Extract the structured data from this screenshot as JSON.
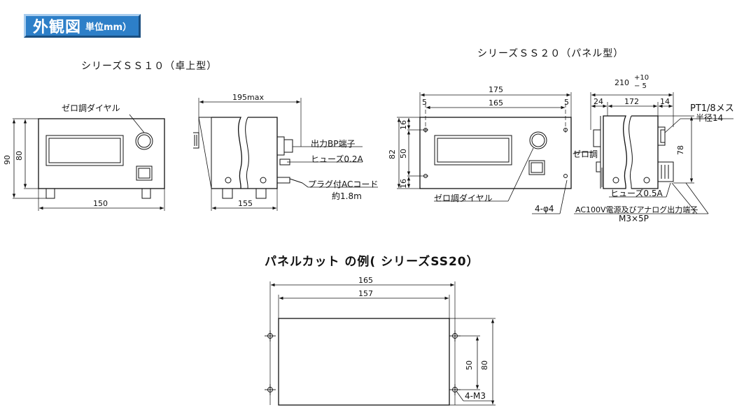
{
  "header": {
    "title": "外観図",
    "unit": "単位mm）"
  },
  "ss10": {
    "title": "シリーズＳＳ１０（卓上型）",
    "callout_zero_dial": "ゼロ調ダイヤル",
    "dim_width": "150",
    "dim_height_outer": "90",
    "dim_height_inner": "80",
    "dim_depth_max": "195max",
    "dim_depth": "155",
    "callout_bp": "出力BP端子",
    "callout_fuse": "ヒューズ0.2A",
    "callout_plug": "プラグ付ACコード",
    "callout_plug_len": "約1.8m"
  },
  "ss20": {
    "title": "シリーズＳＳ２０（パネル型）",
    "dim_175": "175",
    "dim_165": "165",
    "dim_5a": "5",
    "dim_5b": "5",
    "dim_82": "82",
    "dim_16a": "16",
    "dim_50": "50",
    "dim_16b": "16",
    "callout_zero_dial": "ゼロ調ダイヤル",
    "callout_holes": "4-φ4",
    "dim_210": "210",
    "tol_plus": "+10",
    "tol_minus": "− 5",
    "dim_24": "24",
    "dim_172": "172",
    "dim_14": "14",
    "dim_78": "78",
    "callout_pt": "PT1/8メス",
    "callout_radius": "半径14",
    "callout_zero": "ゼロ調",
    "callout_fuse": "ヒューズ0.5A",
    "callout_ac": "AC100V電源及びアナログ出力端子",
    "callout_m3": "M3×5P"
  },
  "cutout": {
    "title": "パネルカット の例( シリーズSS20）",
    "dim_165": "165",
    "dim_157": "157",
    "dim_50": "50",
    "dim_80": "80",
    "callout_m3": "4-M3"
  }
}
